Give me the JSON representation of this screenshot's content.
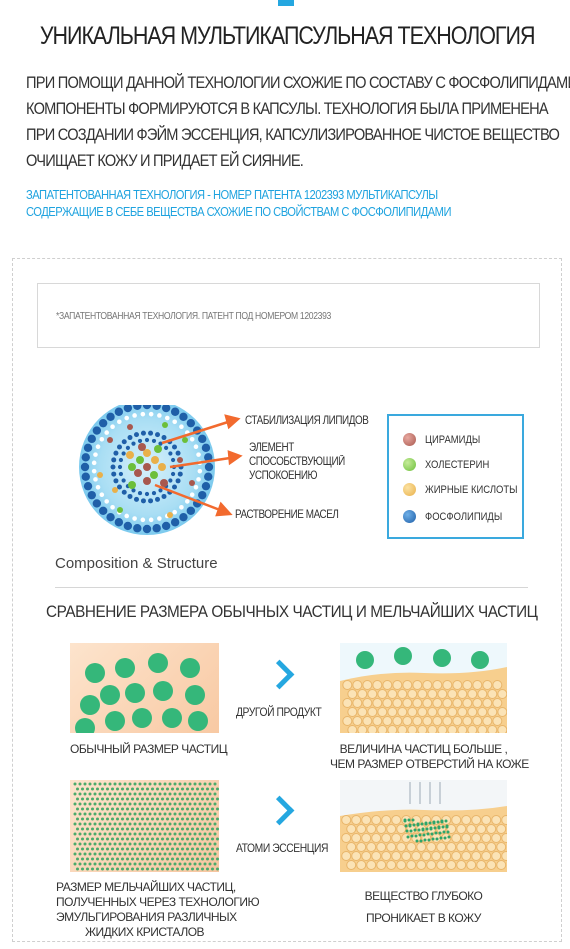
{
  "header": {
    "title": "УНИКАЛЬНАЯ МУЛЬТИКАПСУЛЬНАЯ ТЕХНОЛОГИЯ",
    "description_lines": [
      "ПРИ ПОМОЩИ ДАННОЙ ТЕХНОЛОГИИ СХОЖИЕ ПО СОСТАВУ С ФОСФОЛИПИДАМИ",
      "КОМПОНЕНТЫ ФОРМИРУЮТСЯ В КАПСУЛЫ. ТЕХНОЛОГИЯ БЫЛА ПРИМЕНЕНА",
      "ПРИ СОЗДАНИИ ФЭЙМ ЭССЕНЦИЯ, КАПСУЛИЗИРОВАННОЕ ЧИСТОЕ ВЕЩЕСТВО",
      "ОЧИЩАЕТ КОЖУ И ПРИДАЕТ ЕЙ СИЯНИЕ."
    ],
    "patent_lines": [
      "ЗАПАТЕНТОВАННАЯ ТЕХНОЛОГИЯ - НОМЕР ПАТЕНТА 1202393 МУЛЬТИКАПСУЛЫ",
      "СОДЕРЖАЩИЕ В СЕБЕ ВЕЩЕСТВА СХОЖИЕ ПО СВОЙСТВАМ С ФОСФОЛИПИДАМИ"
    ],
    "accent_color": "#1fa3df"
  },
  "panel": {
    "note": "*ЗАПАТЕНТОВАННАЯ ТЕХНОЛОГИЯ. ПАТЕНТ ПОД НОМЕРОМ 1202393",
    "diagram_labels": {
      "stabilization": "СТАБИЛИЗАЦИЯ ЛИПИДОВ",
      "element_line1": "ЭЛЕМЕНТ",
      "element_line2": "СПОСОБСТВУЮЩИЙ",
      "element_line3": "УСПОКОЕНИЮ",
      "dissolution": "РАСТВОРЕНИЕ МАСЕЛ"
    },
    "legend": [
      {
        "label": "ЦИРАМИДЫ",
        "color": "#a8584e"
      },
      {
        "label": "ХОЛЕСТЕРИН",
        "color": "#6cbf3a"
      },
      {
        "label": "ЖИРНЫЕ КИСЛОТЫ",
        "color": "#e9b04a"
      },
      {
        "label": "ФОСФОЛИПИДЫ",
        "color": "#1f5fa8"
      }
    ],
    "composition_caption": "Composition & Structure",
    "comparison_title": "СРАВНЕНИЕ РАЗМЕРА ОБЫЧНЫХ ЧАСТИЦ И МЕЛЬЧАЙШИХ ЧАСТИЦ",
    "row1": {
      "left_caption": "ОБЫЧНЫЙ РАЗМЕР ЧАСТИЦ",
      "middle_label": "ДРУГОЙ ПРОДУКТ",
      "right_caption_line1": "ВЕЛИЧИНА ЧАСТИЦ БОЛЬШЕ ,",
      "right_caption_line2": "ЧЕМ РАЗМЕР ОТВЕРСТИЙ НА КОЖЕ"
    },
    "row2": {
      "left_caption_line1": "РАЗМЕР МЕЛЬЧАЙШИХ ЧАСТИЦ,",
      "left_caption_line2": "ПОЛУЧЕННЫХ ЧЕРЕЗ ТЕХНОЛОГИЮ",
      "left_caption_line3": "ЭМУЛЬГИРОВАНИЯ РАЗЛИЧНЫХ",
      "left_caption_line4": "ЖИДКИХ КРИСТАЛОВ",
      "middle_label": "АТОМИ ЭССЕНЦИЯ",
      "right_caption_line1": "ВЕЩЕСТВО ГЛУБОКО",
      "right_caption_line2": "ПРОНИКАЕТ В КОЖУ"
    }
  }
}
